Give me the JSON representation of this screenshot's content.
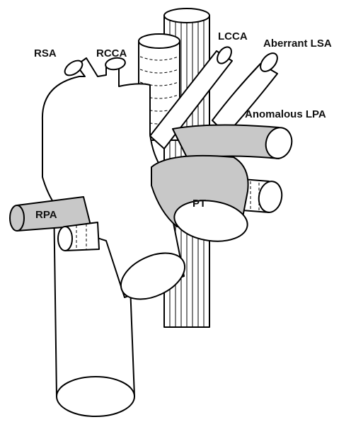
{
  "labels": {
    "rsa": "RSA",
    "rcca": "RCCA",
    "lcca": "LCCA",
    "aberrant_lsa": "Aberrant LSA",
    "anomalous_lpa": "Anomalous LPA",
    "pt": "PT",
    "rpa": "RPA"
  },
  "colors": {
    "stroke": "#000000",
    "shaded_vessel": "#c8c8c8",
    "background": "#ffffff"
  }
}
